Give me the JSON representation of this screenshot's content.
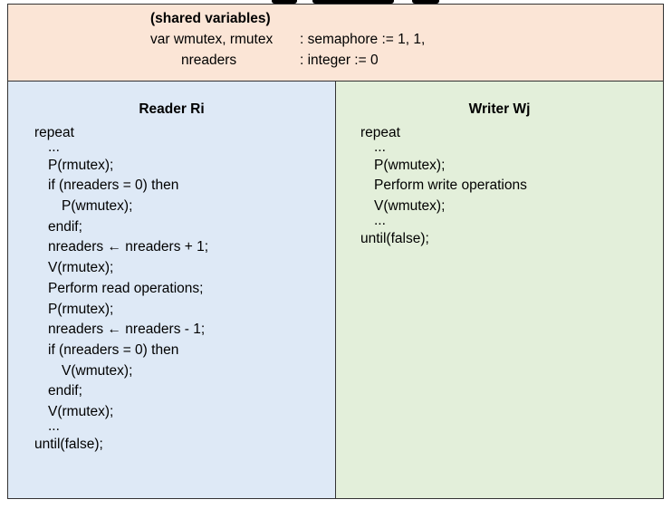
{
  "shared": {
    "heading": "(shared variables)",
    "line1_left": "var wmutex, rmutex",
    "line1_right": ": semaphore := 1, 1,",
    "line2_left": "nreaders",
    "line2_right": ": integer := 0"
  },
  "reader": {
    "title": "Reader Ri",
    "lines": [
      {
        "text": "repeat",
        "indent": 0
      },
      {
        "text": "...",
        "indent": 1,
        "dots": true
      },
      {
        "text": "P(rmutex);",
        "indent": 1
      },
      {
        "text": "if (nreaders = 0) then",
        "indent": 1
      },
      {
        "text": "P(wmutex);",
        "indent": 2
      },
      {
        "text": "endif;",
        "indent": 1
      },
      {
        "text": "nreaders ← nreaders + 1;",
        "indent": 1
      },
      {
        "text": "V(rmutex);",
        "indent": 1
      },
      {
        "text": "Perform read operations;",
        "indent": 1
      },
      {
        "text": "P(rmutex);",
        "indent": 1
      },
      {
        "text": "nreaders ← nreaders - 1;",
        "indent": 1
      },
      {
        "text": "if (nreaders = 0) then",
        "indent": 1
      },
      {
        "text": "V(wmutex);",
        "indent": 2
      },
      {
        "text": "endif;",
        "indent": 1
      },
      {
        "text": "V(rmutex);",
        "indent": 1
      },
      {
        "text": "...",
        "indent": 1,
        "dots": true
      },
      {
        "text": "until(false);",
        "indent": 0
      }
    ]
  },
  "writer": {
    "title": "Writer Wj",
    "lines": [
      {
        "text": "repeat",
        "indent": 0
      },
      {
        "text": "...",
        "indent": 1,
        "dots": true
      },
      {
        "text": "P(wmutex);",
        "indent": 1
      },
      {
        "text": "Perform write operations",
        "indent": 1
      },
      {
        "text": "V(wmutex);",
        "indent": 1
      },
      {
        "text": "...",
        "indent": 1,
        "dots": true
      },
      {
        "text": "until(false);",
        "indent": 0
      }
    ]
  },
  "colors": {
    "shared_bg": "#fbe5d6",
    "reader_bg": "#dee9f6",
    "writer_bg": "#e3efda",
    "border": "#333333"
  }
}
